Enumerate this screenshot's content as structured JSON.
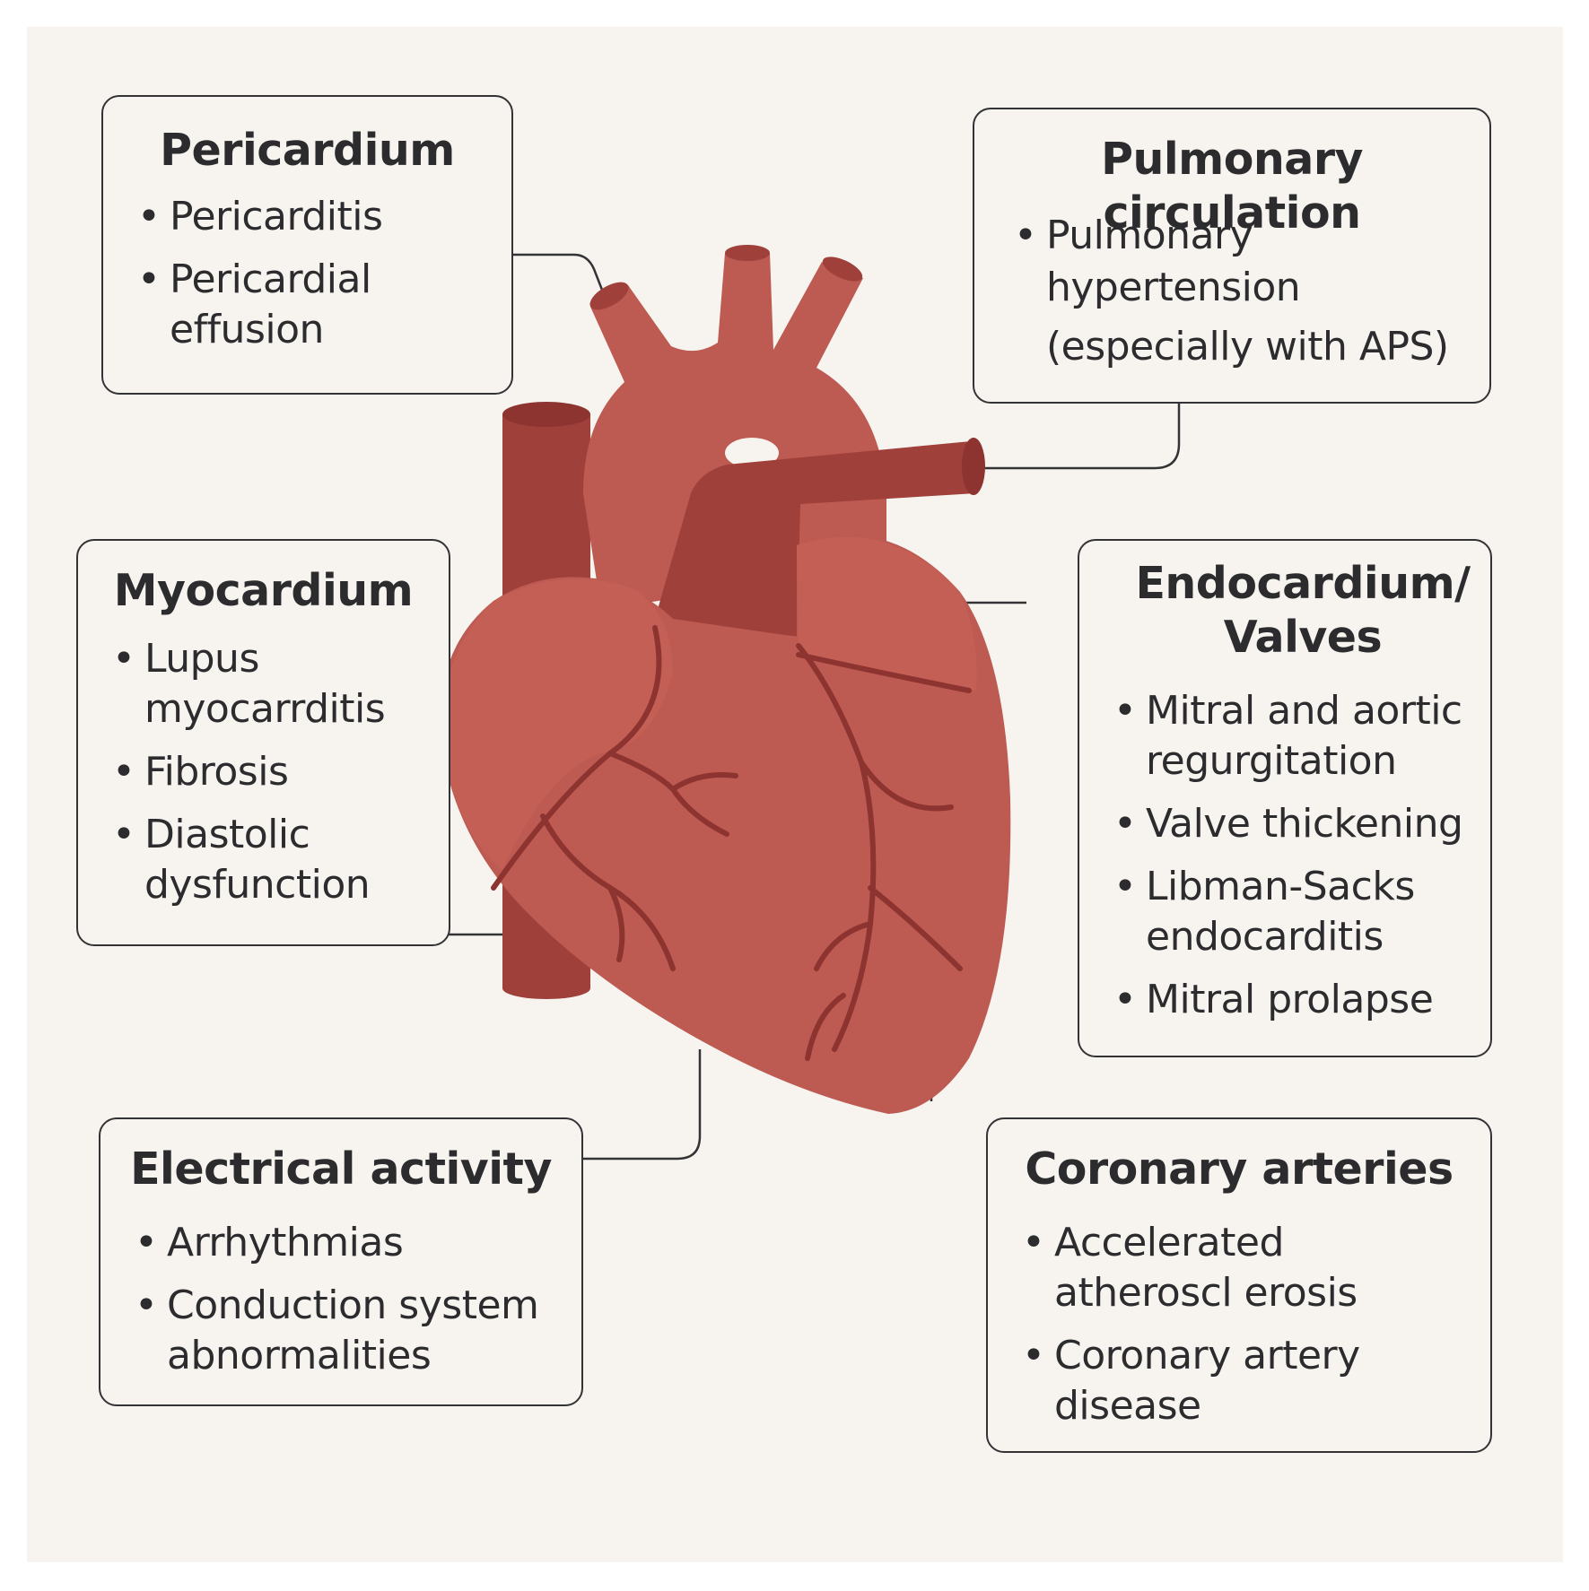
{
  "colors": {
    "background": "#f7f4f0",
    "heart_main": "#bd5a52",
    "heart_dark": "#9f403b",
    "vessel_line": "#8d3330",
    "box_border": "#333336",
    "text": "#2c2c2e"
  },
  "boxes": {
    "pericardium": {
      "title": "Pericardium",
      "items": [
        {
          "lines": [
            "Pericarditis"
          ]
        },
        {
          "lines": [
            "Pericardial",
            "effusion"
          ]
        }
      ]
    },
    "pulmonary": {
      "title": "Pulmonary circulation",
      "items": [
        {
          "lines": [
            "Pulmonary",
            "hypertension",
            "(especially with APS)"
          ]
        }
      ]
    },
    "myocardium": {
      "title": "Myocardium",
      "items": [
        {
          "lines": [
            "Lupus",
            "myocarrditis"
          ]
        },
        {
          "lines": [
            "Fibrosis"
          ]
        },
        {
          "lines": [
            "Diastolic",
            "dysfunction"
          ]
        }
      ]
    },
    "endocardium": {
      "title_lines": [
        "Endocardium/",
        "Valves"
      ],
      "items": [
        {
          "lines": [
            "Mitral and aortic",
            "regurgitation"
          ]
        },
        {
          "lines": [
            "Valve thickening"
          ]
        },
        {
          "lines": [
            "Libman-Sacks",
            "endocarditis"
          ]
        },
        {
          "lines": [
            "Mitral prolapse"
          ]
        }
      ]
    },
    "electrical": {
      "title": "Electrical activity",
      "items": [
        {
          "lines": [
            "Arrhythmias"
          ]
        },
        {
          "lines": [
            "Conduction system",
            "abnormalities"
          ]
        }
      ]
    },
    "coronary": {
      "title": "Coronary arteries",
      "items": [
        {
          "lines": [
            "Accelerated",
            "atheroscl erosis"
          ]
        },
        {
          "lines": [
            "Coronary artery",
            "disease"
          ]
        }
      ]
    }
  }
}
